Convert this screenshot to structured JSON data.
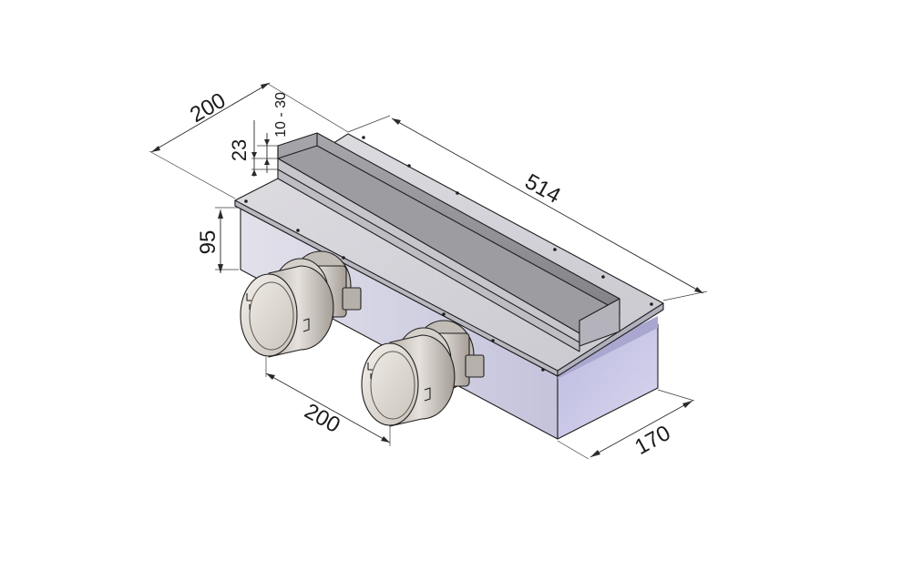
{
  "dimensions": {
    "length": "514",
    "width_top": "200",
    "height_collar": "10 - 30",
    "height_flange": "23",
    "height_box": "95",
    "spigot_spacing": "200",
    "depth_box": "170"
  },
  "colors": {
    "box_side": "#c9c8e0",
    "box_front": "#d9d8e6",
    "plate_top": "#d4d3d8",
    "channel_wall": "#8e8e92",
    "spigot_light": "#dcd6d0",
    "spigot_dark": "#a8a29c",
    "lines": "#1e1e1e"
  }
}
